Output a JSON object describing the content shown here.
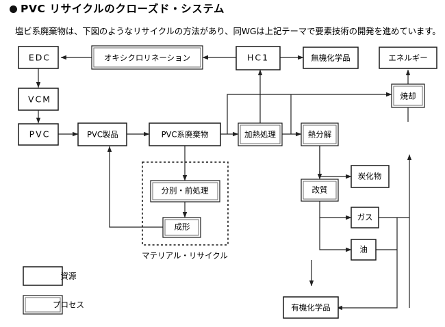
{
  "header": {
    "bullet_icon": "filled-circle-icon",
    "title": "PVC リサイクルのクローズド・システム",
    "lead": "塩ビ系廃棄物は、下図のようなリサイクルの方法があり、同WGは上記テーマで要素技術の開発を進めています。"
  },
  "diagram": {
    "group_caption": "マテリアル・リサイクル",
    "nodes": {
      "edc": "EDC",
      "vcm": "VCM",
      "pvc": "PVC",
      "oxychlorination": "オキシクロリネーション",
      "hcl": "HC1",
      "inorganic": "無機化学品",
      "energy": "エネルギー",
      "incineration": "焼却",
      "pvc_product": "PVC製品",
      "pvc_waste": "PVC系廃棄物",
      "heat_treatment": "加熱処理",
      "pyrolysis": "熱分解",
      "char": "炭化物",
      "reforming": "改質",
      "sorting": "分別・前処理",
      "molding": "成形",
      "gas": "ガス",
      "oil": "油",
      "organic": "有機化学品"
    }
  },
  "legend": {
    "resource_label": "資源",
    "process_label": "プロセス"
  },
  "colors": {
    "ink": "#1a1a1a",
    "line": "#222222",
    "inner_border": "#6d6d6d",
    "paper": "#ffffff"
  }
}
